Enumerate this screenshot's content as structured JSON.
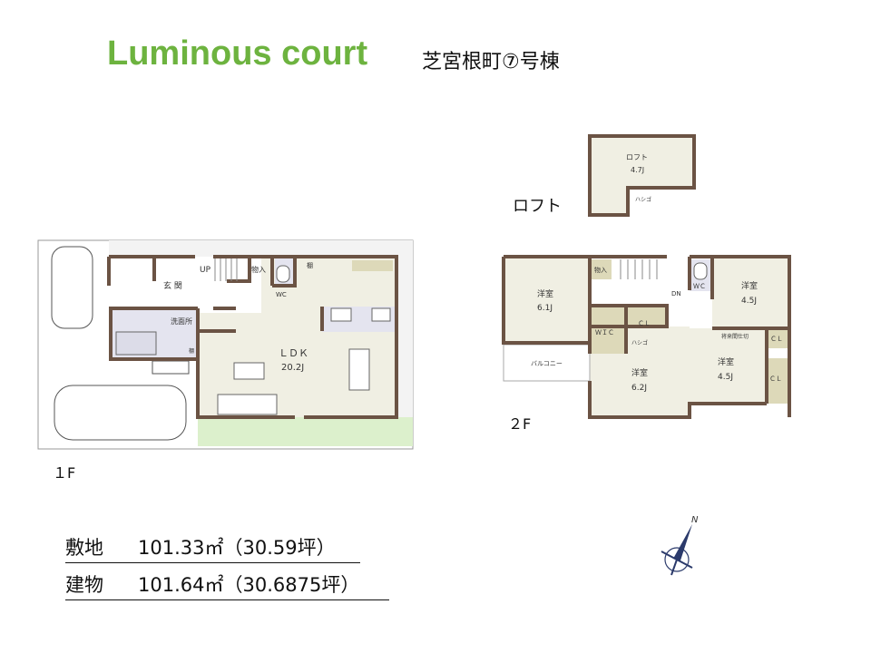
{
  "header": {
    "title": "Luminous court",
    "subtitle": "芝宮根町⑦号棟"
  },
  "floors": {
    "first": {
      "label": "１F",
      "rooms": {
        "entrance": "玄\n関",
        "up": "UP",
        "storage": "物入",
        "wc": "WC",
        "shelf": "棚",
        "washroom": "洗面所",
        "ldk": "ＬＤＫ",
        "ldk_size": "20.2J",
        "shelf2": "棚"
      }
    },
    "second": {
      "label": "２F",
      "rooms": {
        "west_room": "洋室",
        "west_size": "6.1J",
        "storage": "物入",
        "dn": "DN",
        "wc": "ＷＣ",
        "ne_room": "洋室",
        "ne_size": "4.5J",
        "wic": "ＷＩＣ",
        "cl": "ＣＬ",
        "ladder": "ハシゴ",
        "balcony": "バルコニー",
        "south_room": "洋室",
        "south_size": "6.2J",
        "future_partition": "将来間仕切",
        "cl2": "ＣＬ",
        "cl3": "ＣＬ",
        "se_room": "洋室",
        "se_size": "4.5J"
      }
    },
    "loft": {
      "label": "ロフト",
      "room": "ロフト",
      "size": "4.7J",
      "ladder": "ハシゴ"
    }
  },
  "areas": [
    {
      "label": "敷地",
      "value": "101.33㎡（30.59坪）"
    },
    {
      "label": "建物",
      "value": "101.64㎡（30.6875坪）"
    }
  ],
  "compass": {
    "north": "N"
  },
  "colors": {
    "title": "#6db33f",
    "wall": "#6b5344",
    "floor": "#f0efe3",
    "lawn": "#dcf0cc",
    "compass": "#2b3a6b"
  }
}
